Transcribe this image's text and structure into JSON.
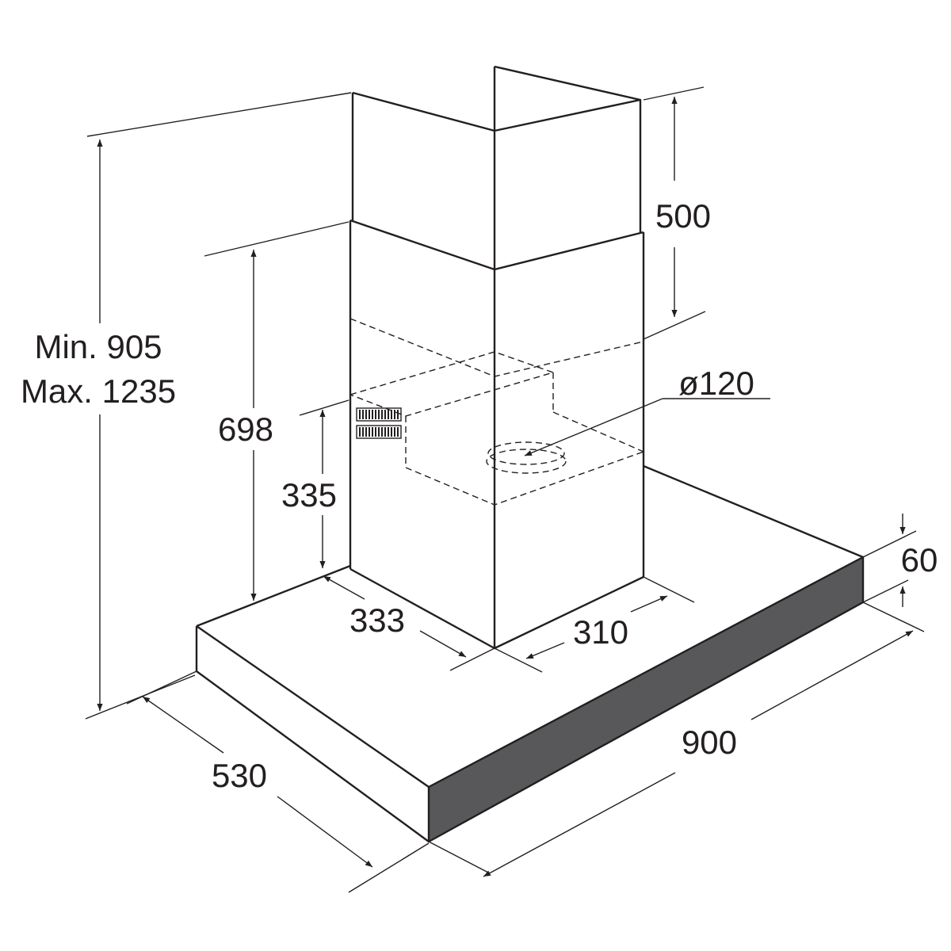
{
  "labels": {
    "min_height": "Min. 905",
    "max_height": "Max. 1235",
    "upper_chimney": "500",
    "lower_chimney": "698",
    "motor_height": "335",
    "motor_depth": "333",
    "motor_width": "310",
    "outlet_diameter": "ø120",
    "canopy_thickness": "60",
    "canopy_width": "900",
    "canopy_depth": "530"
  },
  "colors": {
    "line": "#231f20",
    "canopy_front": "#58585a",
    "background": "#ffffff"
  }
}
